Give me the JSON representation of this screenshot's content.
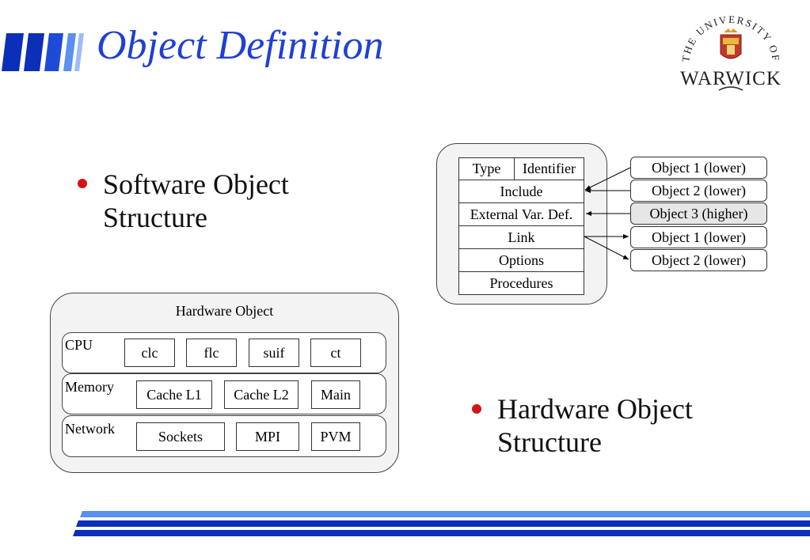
{
  "title": "Object Definition",
  "logo": {
    "arc_text": "THE UNIVERSITY OF",
    "word": "WARWICK",
    "icon": "university-crest-icon"
  },
  "bullets": {
    "software": {
      "line1": "Software Object",
      "line2": "Structure"
    },
    "hardware": {
      "line1": "Hardware Object",
      "line2": "Structure"
    }
  },
  "software_object": {
    "rows": {
      "type": "Type",
      "identifier": "Identifier",
      "include": "Include",
      "external": "External Var. Def.",
      "link": "Link",
      "options": "Options",
      "procedures": "Procedures"
    },
    "objects": [
      {
        "label": "Object 1 (lower)",
        "highlight": false
      },
      {
        "label": "Object 2 (lower)",
        "highlight": false
      },
      {
        "label": "Object 3 (higher)",
        "highlight": true
      },
      {
        "label": "Object 1 (lower)",
        "highlight": false
      },
      {
        "label": "Object 2 (lower)",
        "highlight": false
      }
    ]
  },
  "hardware_object": {
    "title": "Hardware Object",
    "rows": [
      {
        "label": "CPU",
        "items": [
          "clc",
          "flc",
          "suif",
          "ct"
        ]
      },
      {
        "label": "Memory",
        "items": [
          "Cache L1",
          "Cache L2",
          "Main"
        ]
      },
      {
        "label": "Network",
        "items": [
          "Sockets",
          "MPI",
          "PVM"
        ]
      }
    ]
  },
  "colors": {
    "title_blue": "#1f3fd6",
    "bullet_red": "#d21414",
    "bar_light": "#5b8ff0",
    "bar_dark": "#0b2fb8",
    "highlight_box": "#e6e6e6"
  }
}
